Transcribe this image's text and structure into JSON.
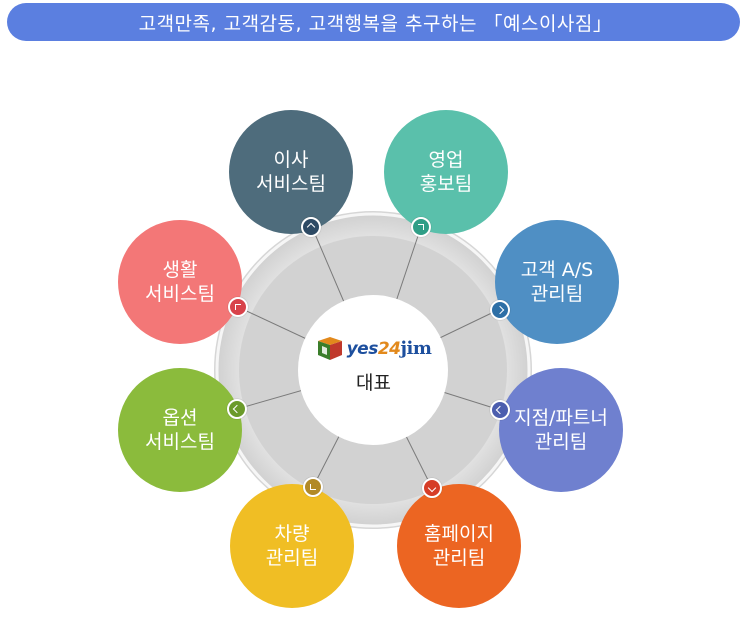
{
  "banner": {
    "text": "고객만족, 고객감동, 고객행복을 추구하는 「예스이사짐」"
  },
  "center": {
    "logo_text_a": "yes",
    "logo_text_num": "24",
    "logo_text_b": "jim",
    "label": "대표"
  },
  "nodes": [
    {
      "id": "moving-service",
      "label": "이사\n서비스팀",
      "color": "#4e6c7c",
      "badge_color": "#2d4a64"
    },
    {
      "id": "sales-pr",
      "label": "영업\n홍보팀",
      "color": "#5ac0ab",
      "badge_color": "#2f9e86"
    },
    {
      "id": "customer-as",
      "label": "고객 A/S\n관리팀",
      "color": "#4f8fc4",
      "badge_color": "#2e6fa6"
    },
    {
      "id": "branch-partner",
      "label": "지점/파트너\n관리팀",
      "color": "#6f80cf",
      "badge_color": "#4c5eae"
    },
    {
      "id": "homepage",
      "label": "홈페이지\n관리팀",
      "color": "#ec6522",
      "badge_color": "#d63d27"
    },
    {
      "id": "vehicle",
      "label": "차량\n관리팀",
      "color": "#f0be24",
      "badge_color": "#b28a27"
    },
    {
      "id": "option-service",
      "label": "옵션\n서비스팀",
      "color": "#8bbb3c",
      "badge_color": "#6b9a2a"
    },
    {
      "id": "living-service",
      "label": "생활\n서비스팀",
      "color": "#f37777",
      "badge_color": "#d8424a"
    }
  ]
}
